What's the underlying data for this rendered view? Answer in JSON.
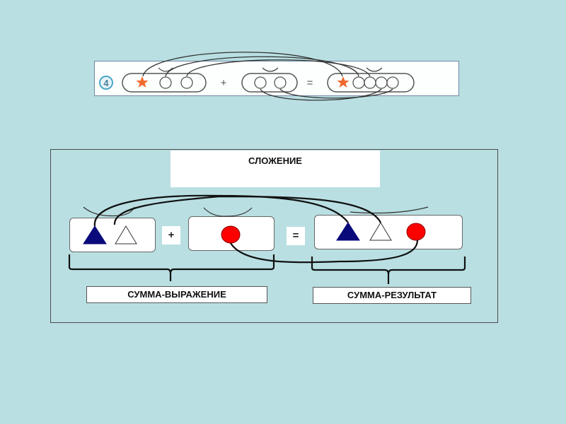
{
  "exercise": {
    "number": "4",
    "plus": "+",
    "equals": "="
  },
  "diagram": {
    "title": "СЛОЖЕНИЕ",
    "plus": "+",
    "equals": "=",
    "label_left": "СУММА-ВЫРАЖЕНИЕ",
    "label_right": "СУММА-РЕЗУЛЬТАТ"
  },
  "colors": {
    "background": "#b9dfe2",
    "star": "#ef6a2e",
    "triangle_filled": "#0a0a7a",
    "circle_red": "#ff0000",
    "badge": "#4aa7c8"
  }
}
